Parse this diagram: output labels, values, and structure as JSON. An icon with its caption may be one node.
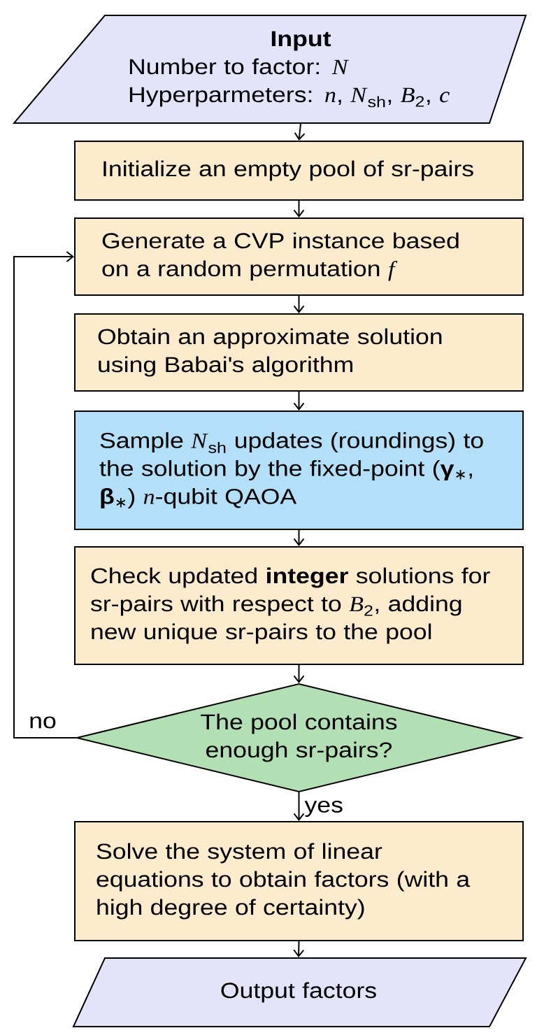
{
  "diagram": {
    "nodes": [
      {
        "text": [
          "Input",
          "Number to factor: *N*",
          "Hyperparmeters: *n*, *N*$_{sh}$, *B*$_{2}$, *c*"
        ]
      },
      {
        "text": [
          "Initialize an empty pool of sr-pairs"
        ]
      },
      {
        "text": [
          "Generate a CVP instance based on a random permutation *f*"
        ]
      },
      {
        "text": [
          "Obtain an approximate solution using Babai's algorithm"
        ]
      },
      {
        "text": [
          "Sample *N*$_{sh}$ updates (roundings) to the solution by the fixed-point (**γ**$_{∗}$, **β**$_{∗}$) *n*-qubit QAOA"
        ]
      },
      {
        "text": [
          "Check updated **integer** solutions for sr-pairs with respect to *B*$_{2}$, adding new unique sr-pairs to the pool"
        ]
      },
      {
        "text": [
          "The pool contains enough sr-pairs?"
        ]
      },
      {
        "text": [
          "Solve the system of linear equations to obtain factors (with a high degree of certainty)"
        ]
      },
      {
        "text": [
          "Output factors"
        ]
      }
    ],
    "edges": [
      {
        "from": 0,
        "to": 1,
        "arrow": "to"
      },
      {
        "from": 1,
        "to": 2,
        "arrow": "to"
      },
      {
        "from": 2,
        "to": 3,
        "arrow": "to"
      },
      {
        "from": 3,
        "to": 4,
        "arrow": "to"
      },
      {
        "from": 4,
        "to": 5,
        "arrow": "to"
      },
      {
        "from": 5,
        "to": 6,
        "arrow": "to"
      },
      {
        "from": 6,
        "to": 7,
        "arrow": "to",
        "label": "yes"
      },
      {
        "from": 6,
        "to": 2,
        "arrow": "to",
        "label": "no"
      },
      {
        "from": 7,
        "to": 8,
        "arrow": "to"
      }
    ]
  }
}
